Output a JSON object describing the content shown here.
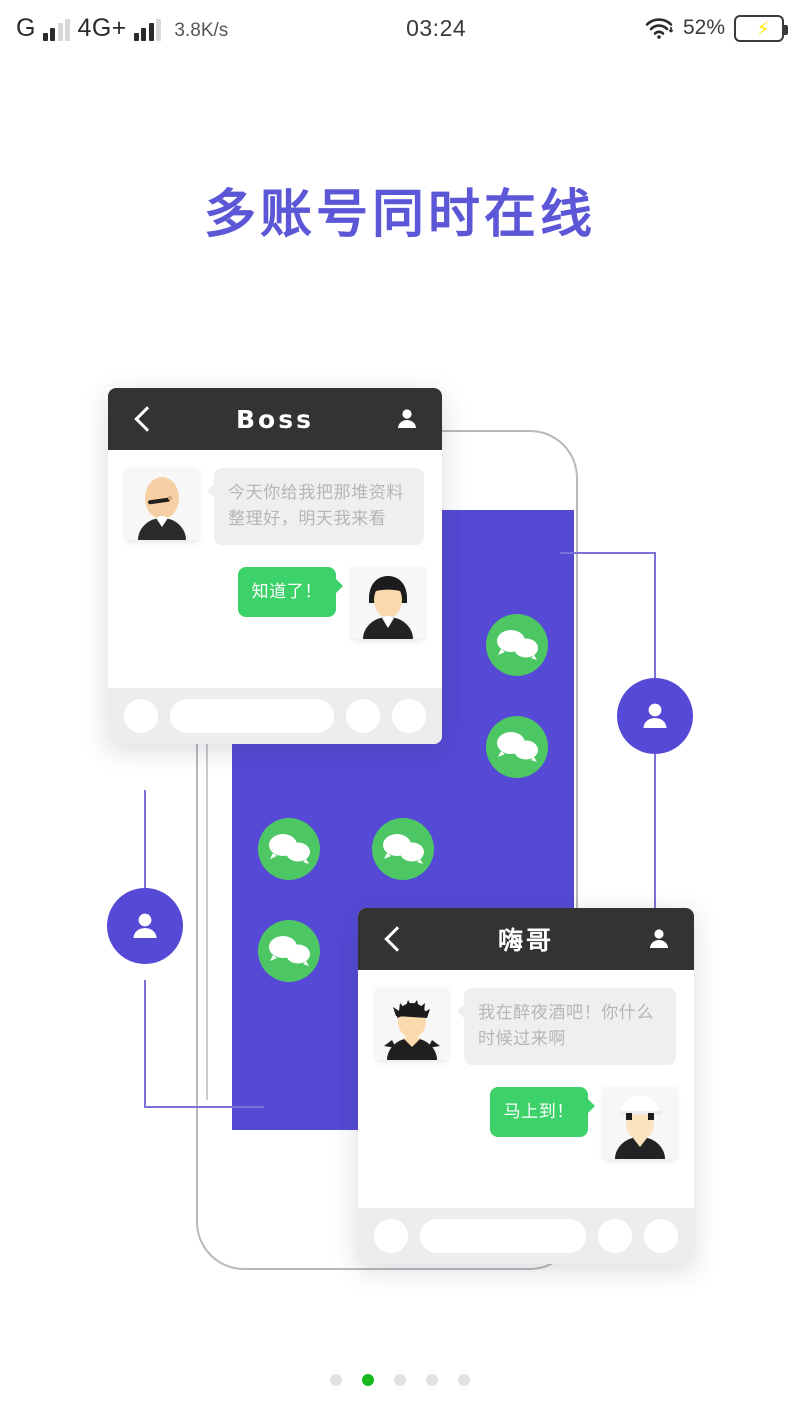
{
  "status_bar": {
    "carrier_g": "G",
    "network": "4G+",
    "speed": "3.8K/s",
    "clock": "03:24",
    "battery_percent": "52%",
    "wifi_icon": "wifi-icon",
    "battery_icon": "battery-charging-icon",
    "signal_icon": "signal-bars-icon"
  },
  "page_title": "多账号同时在线",
  "illustration": {
    "accent_purple": "#5549d6",
    "line_purple": "#7a72d6",
    "wechat_green": "#4cc764",
    "outline_grey": "#b9b9bd",
    "grid_icon_name": "wechat-icon",
    "grid_rows": 5,
    "grid_cols": 3,
    "node_icon_name": "account-person-icon",
    "nodes": [
      {
        "name": "account-node-left"
      },
      {
        "name": "account-node-right"
      }
    ]
  },
  "chat_cards": [
    {
      "id": "card1",
      "back_icon": "back-chevron-icon",
      "title": "Boss",
      "profile_icon": "contact-person-icon",
      "incoming_avatar": "boss-avatar",
      "incoming_message": "今天你给我把那堆资料整理好，明天我来看",
      "outgoing_message": "知道了！",
      "outgoing_avatar": "self-avatar",
      "footer": {
        "voice_icon": "voice-button",
        "input_placeholder": "",
        "emoji_icon": "emoji-button",
        "more_icon": "more-button"
      }
    },
    {
      "id": "card2",
      "back_icon": "back-chevron-icon",
      "title": "嗨哥",
      "profile_icon": "contact-person-icon",
      "incoming_avatar": "friend-avatar",
      "incoming_message": "我在醉夜酒吧！你什么时候过来啊",
      "outgoing_message": "马上到！",
      "outgoing_avatar": "self-avatar-cap",
      "footer": {
        "voice_icon": "voice-button",
        "input_placeholder": "",
        "emoji_icon": "emoji-button",
        "more_icon": "more-button"
      }
    }
  ],
  "pager": {
    "total": 5,
    "active_index": 1,
    "active_color": "#17b820",
    "inactive_color": "#e2e2e2"
  }
}
